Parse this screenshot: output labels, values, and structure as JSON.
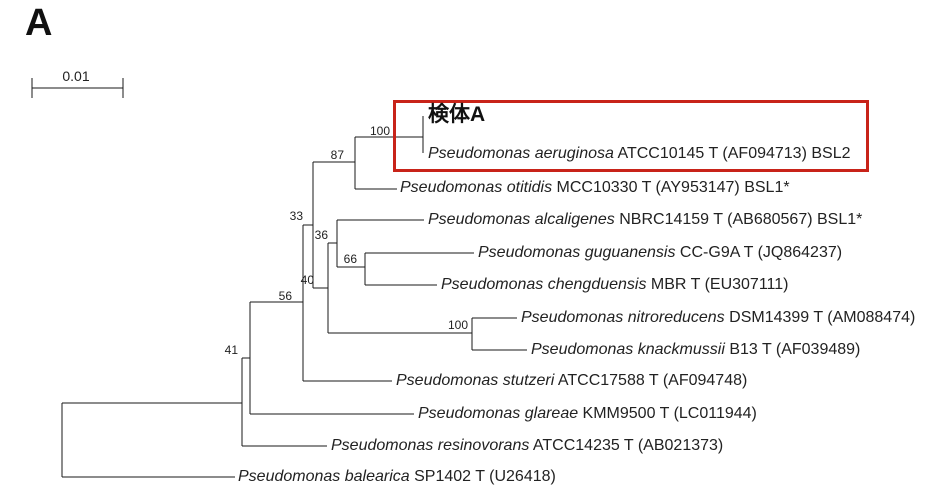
{
  "panel_label": "A",
  "scale_bar": {
    "label": "0.01"
  },
  "highlight": {
    "color": "#c82319"
  },
  "tree": {
    "type": "phylogram",
    "newick_topology": "((((((検体A,Pseudomonas aeruginosa)100,Pseudomonas otitidis)87,((Pseudomonas alcaligenes,(Pseudomonas guguanensis,Pseudomonas chengduensis)66)36,(Pseudomonas nitroreducens,Pseudomonas knackmussii)100)40)33,Pseudomonas stutzeri)56,Pseudomonas glareae)41,Pseudomonas resinovorans,Pseudomonas balearica)",
    "scale": "0.01 substitutions per site"
  },
  "taxa": [
    {
      "sample": "検体A"
    },
    {
      "species": "Pseudomonas aeruginosa",
      "detail": " ATCC10145 T (AF094713) BSL2"
    },
    {
      "species": "Pseudomonas otitidis",
      "detail": " MCC10330 T (AY953147) BSL1*"
    },
    {
      "species": "Pseudomonas alcaligenes",
      "detail": " NBRC14159 T (AB680567) BSL1*"
    },
    {
      "species": "Pseudomonas guguanensis",
      "detail": " CC-G9A T (JQ864237)"
    },
    {
      "species": "Pseudomonas chengduensis",
      "detail": " MBR T (EU307111)"
    },
    {
      "species": "Pseudomonas nitroreducens",
      "detail": " DSM14399 T (AM088474)"
    },
    {
      "species": "Pseudomonas knackmussii",
      "detail": " B13 T (AF039489)"
    },
    {
      "species": "Pseudomonas stutzeri",
      "detail": " ATCC17588 T (AF094748)"
    },
    {
      "species": "Pseudomonas glareae",
      "detail": " KMM9500 T (LC011944)"
    },
    {
      "species": "Pseudomonas resinovorans",
      "detail": " ATCC14235 T (AB021373)"
    },
    {
      "species": "Pseudomonas balearica",
      "detail": " SP1402 T (U26418)"
    }
  ],
  "bootstraps": [
    {
      "value": "100"
    },
    {
      "value": "87"
    },
    {
      "value": "33"
    },
    {
      "value": "36"
    },
    {
      "value": "66"
    },
    {
      "value": "40"
    },
    {
      "value": "100"
    },
    {
      "value": "56"
    },
    {
      "value": "41"
    }
  ]
}
